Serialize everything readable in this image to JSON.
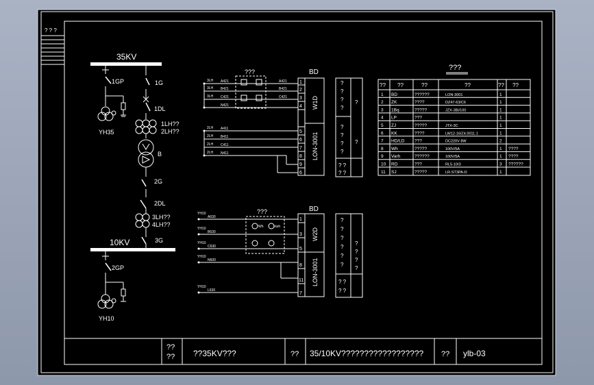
{
  "corner_tag": "? ? ?",
  "title_block": {
    "c1": "??",
    "c1b": "??",
    "c2": "??35KV???",
    "c3": "??",
    "c4": "35/10KV??????????????????",
    "c5": "??",
    "c6": "ylb-03"
  },
  "one_line": {
    "bus35": "35KV",
    "gp1": "1GP",
    "g1": "1G",
    "dl1": "1DL",
    "lh1": "1LH??",
    "lh2": "2LH??",
    "yh35": "YH35",
    "b": "B",
    "g2": "2G",
    "dl2": "2DL",
    "lh3": "3LH??",
    "lh4": "4LH??",
    "bus10": "10KV",
    "g3": "3G",
    "gp2": "2GP",
    "yh10": "YH10"
  },
  "upper_block": {
    "box_label": "???",
    "bd": "BD",
    "v1": "W1D",
    "v2": "LON-3001",
    "terms": [
      "1",
      "2",
      "3",
      "4",
      "5",
      "6",
      "7",
      "8",
      "9",
      "6"
    ],
    "wire_left": [
      "A421",
      "B421",
      "C421",
      "N421",
      "A411",
      "B411",
      "C411",
      "N411"
    ],
    "wire_right": [
      "A421",
      "B421",
      "C421"
    ],
    "inputs": [
      "3LH",
      "3LH",
      "3LH",
      "2LH",
      "2LH",
      "2LH",
      "2LH"
    ],
    "col1": [
      "?",
      "?",
      "?",
      "?",
      "?",
      "?",
      "?",
      "?",
      "?",
      "? ?",
      "? ?"
    ],
    "col2": [
      "?",
      "?"
    ]
  },
  "lower_block": {
    "box_label": "???",
    "bd": "BD",
    "v1": "W2D",
    "v2": "LON-3001",
    "terms": [
      "1",
      "3",
      "5",
      "8",
      "11",
      "7"
    ],
    "wire_left": [
      "A630",
      "B630",
      "C630",
      "N600",
      "L630"
    ],
    "wire_right": [
      "Wh",
      "Varh"
    ],
    "inputs": [
      "YH10",
      "YH10",
      "YH10",
      "YH10",
      "YH10"
    ],
    "col1": [
      "?",
      "?",
      "?",
      "?",
      "?",
      "?",
      "?",
      "? ?",
      "? ?"
    ],
    "col2": [
      "?",
      "?",
      "?",
      "?"
    ]
  },
  "table": {
    "title": "???",
    "headers": [
      "??",
      "??",
      "??",
      "??",
      "??",
      "??"
    ],
    "rows": [
      [
        "1",
        "BD",
        "??????",
        "LON-3001",
        "1",
        ""
      ],
      [
        "2",
        "ZK",
        "????",
        "DZ47-63/C6",
        "1",
        ""
      ],
      [
        "3",
        "1Bq",
        "?????",
        "JZX-3Bi/100",
        "1",
        ""
      ],
      [
        "4",
        "LP",
        "???",
        "",
        "1",
        ""
      ],
      [
        "5",
        "ZJ",
        "?????",
        "JTX-3C",
        "1",
        ""
      ],
      [
        "6",
        "KK",
        "????",
        "LW12-16/Z4.0011.1",
        "1",
        ""
      ],
      [
        "7",
        "HD/LD",
        "???",
        "DC220V 8W",
        "2",
        ""
      ],
      [
        "8",
        "Wh",
        "?????",
        "100V/5A",
        "1",
        "????"
      ],
      [
        "9",
        "Varh",
        "??????",
        "100V/5A",
        "1",
        "????"
      ],
      [
        "10",
        "RD",
        "???",
        "RL5-10/3",
        "3",
        "??????"
      ],
      [
        "11",
        "SJ",
        "?????",
        "LR-ST3PA-D",
        "1",
        ""
      ]
    ]
  }
}
